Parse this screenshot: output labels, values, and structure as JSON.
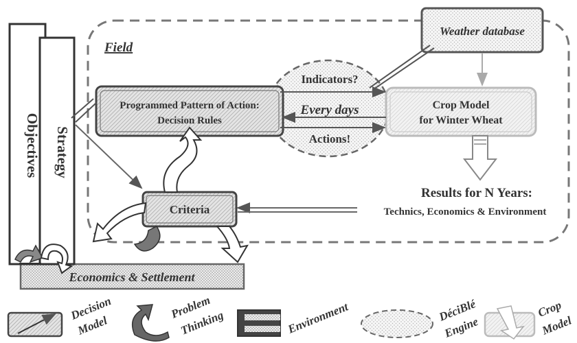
{
  "field": {
    "label": "Field"
  },
  "pillars": {
    "objectives": "Objectives",
    "strategy": "Strategy"
  },
  "weather": {
    "label": "Weather database"
  },
  "ppa": {
    "line1": "Programmed Pattern of Action:",
    "line2": "Decision Rules"
  },
  "engine": {
    "indicators": "Indicators?",
    "every_days": "Every days",
    "actions": "Actions!"
  },
  "crop": {
    "line1": "Crop Model",
    "line2": "for Winter Wheat"
  },
  "results": {
    "title": "Results for N Years:",
    "subtitle": "Technics, Economics & Environment"
  },
  "criteria": {
    "label": "Criteria"
  },
  "economics": {
    "label": "Economics & Settlement"
  },
  "legend": {
    "decision_model": {
      "line1": "Decision",
      "line2": "Model"
    },
    "problem_thinking": {
      "line1": "Problem",
      "line2": "Thinking"
    },
    "environment": {
      "label": "Environment"
    },
    "decible_engine": {
      "line1": "DéciBlé",
      "line2": "Engine"
    },
    "crop_model": {
      "line1": "Crop",
      "line2": "Model"
    }
  }
}
